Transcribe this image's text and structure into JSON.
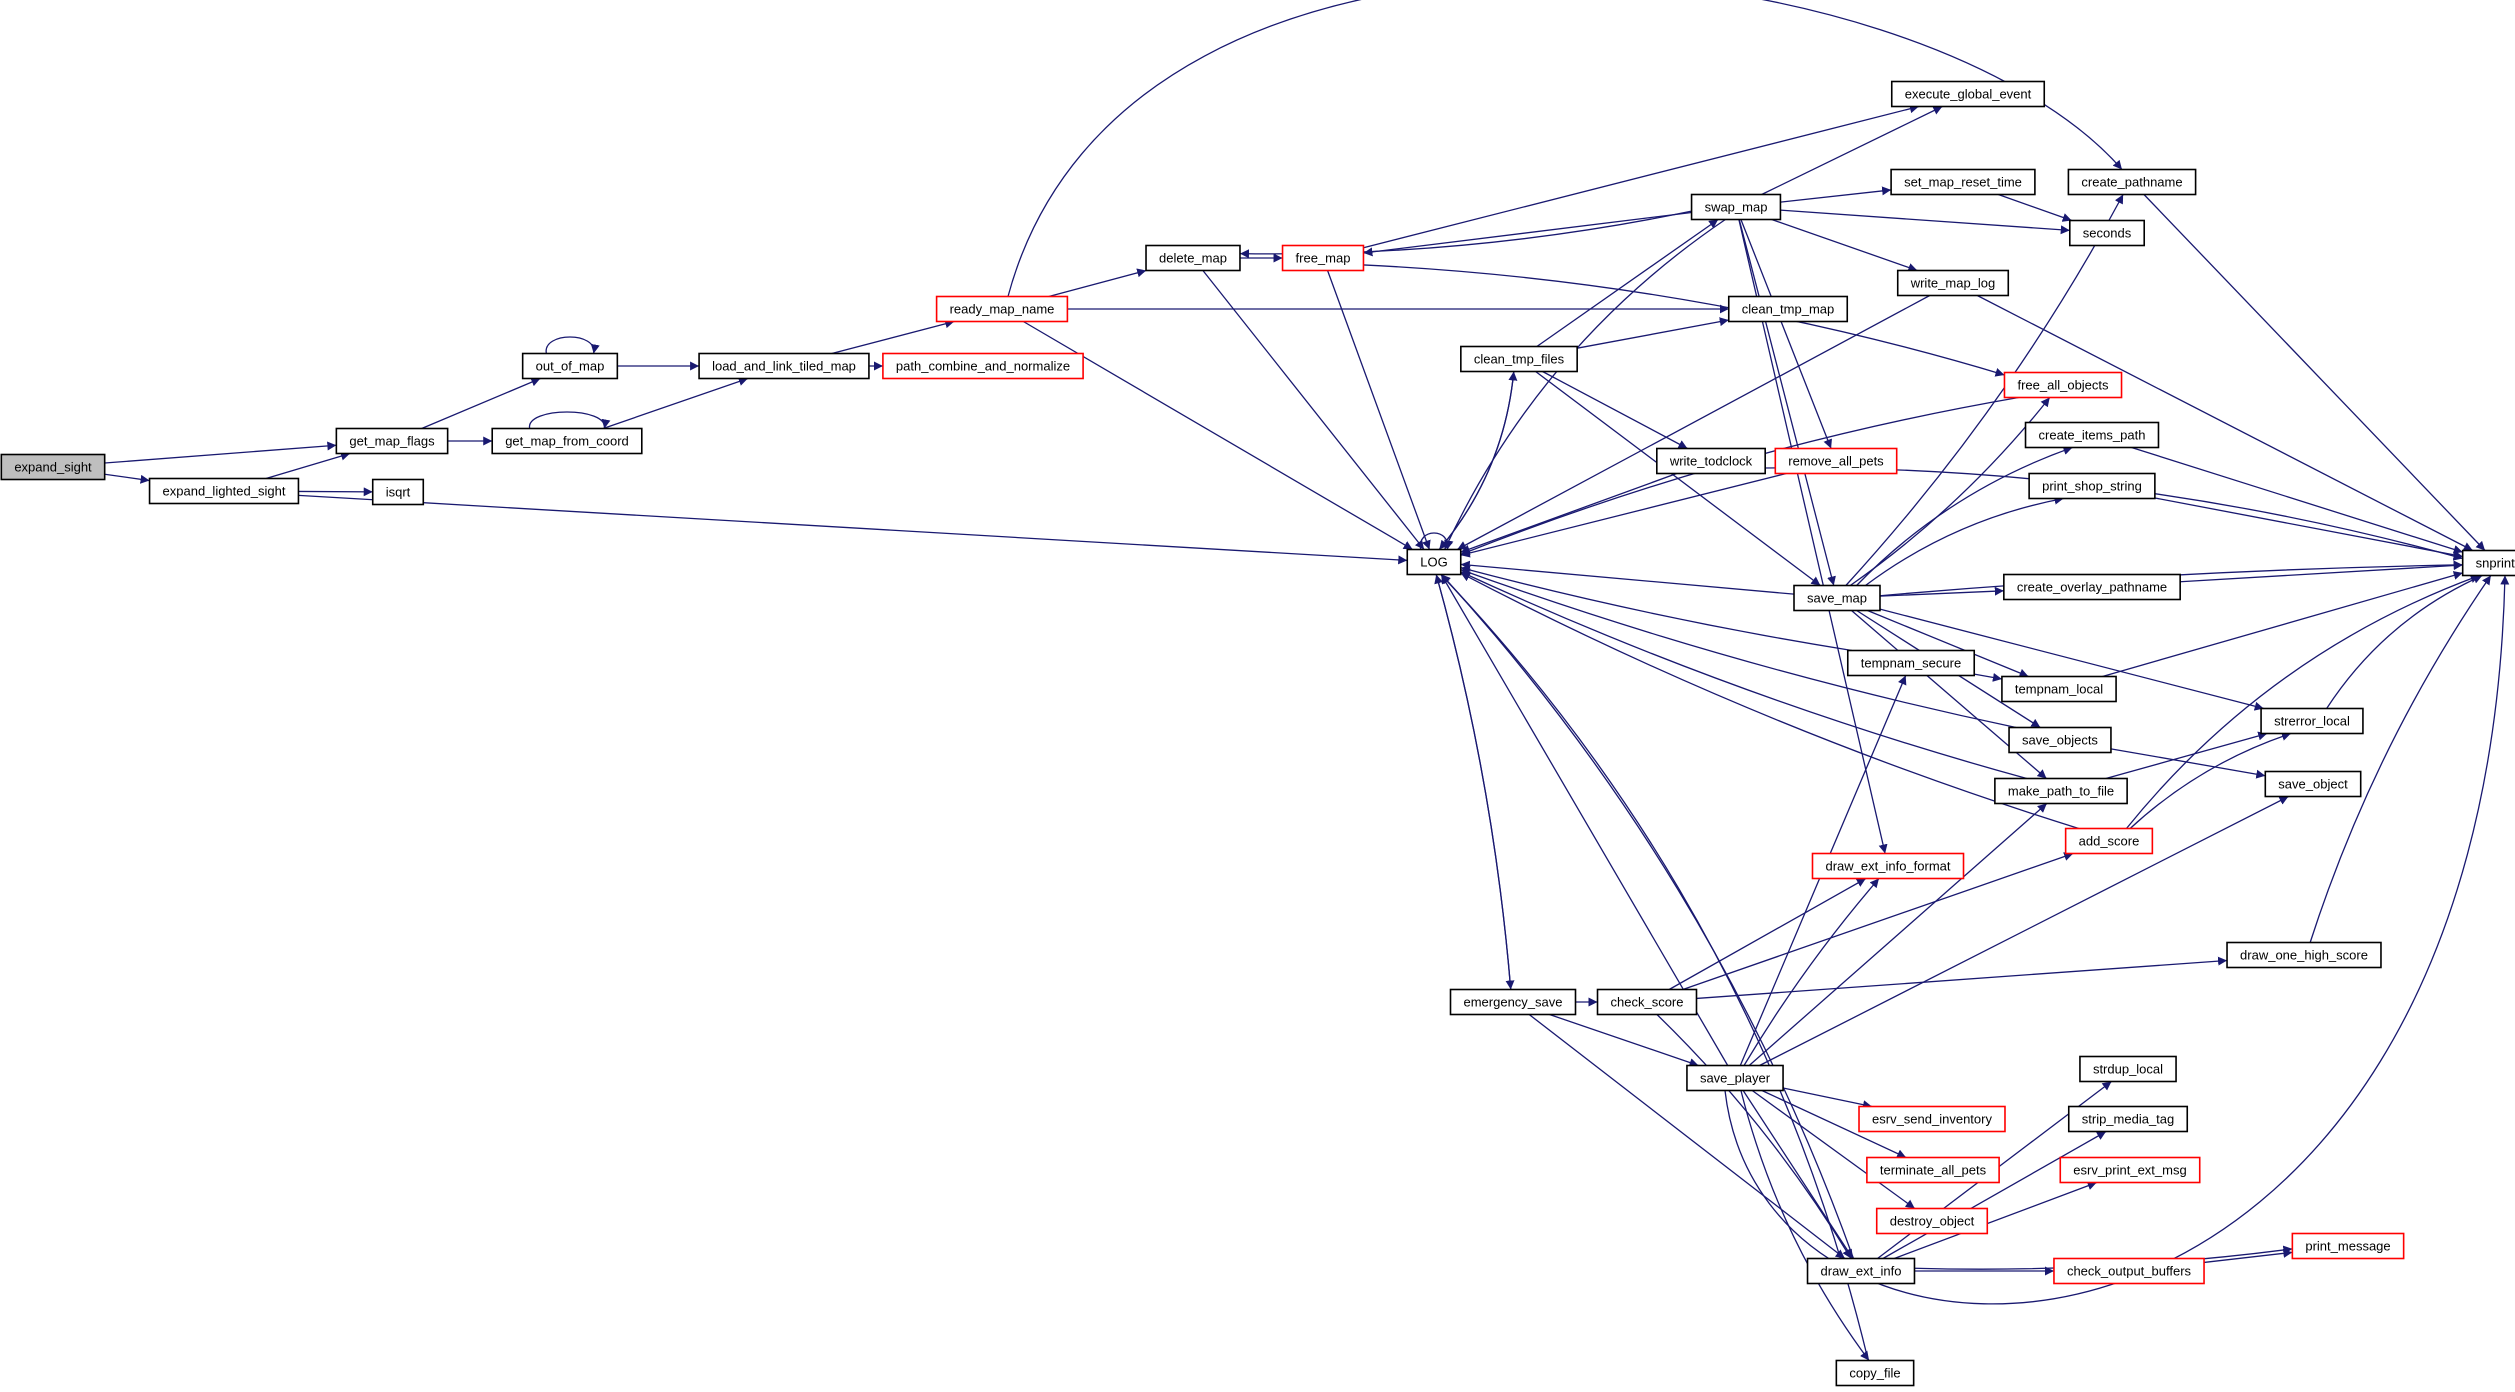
{
  "graph": {
    "type": "call-graph",
    "colors": {
      "edge": "#191970",
      "node_border": "#000000",
      "truncated_border": "#ff0000",
      "root_fill": "#bfbfbf",
      "node_fill": "#ffffff"
    },
    "nodes": [
      {
        "id": "expand_sight",
        "label": "expand_sight",
        "root": true
      },
      {
        "id": "get_map_flags",
        "label": "get_map_flags"
      },
      {
        "id": "expand_lighted_sight",
        "label": "expand_lighted_sight"
      },
      {
        "id": "isqrt",
        "label": "isqrt"
      },
      {
        "id": "out_of_map",
        "label": "out_of_map"
      },
      {
        "id": "get_map_from_coord",
        "label": "get_map_from_coord"
      },
      {
        "id": "load_and_link_tiled_map",
        "label": "load_and_link_tiled_map"
      },
      {
        "id": "ready_map_name",
        "label": "ready_map_name",
        "truncated": true
      },
      {
        "id": "path_combine_and_normalize",
        "label": "path_combine_and_normalize",
        "truncated": true
      },
      {
        "id": "delete_map",
        "label": "delete_map"
      },
      {
        "id": "free_map",
        "label": "free_map",
        "truncated": true
      },
      {
        "id": "LOG",
        "label": "LOG"
      },
      {
        "id": "swap_map",
        "label": "swap_map"
      },
      {
        "id": "execute_global_event",
        "label": "execute_global_event"
      },
      {
        "id": "set_map_reset_time",
        "label": "set_map_reset_time"
      },
      {
        "id": "create_pathname",
        "label": "create_pathname"
      },
      {
        "id": "seconds",
        "label": "seconds"
      },
      {
        "id": "write_map_log",
        "label": "write_map_log"
      },
      {
        "id": "clean_tmp_map",
        "label": "clean_tmp_map"
      },
      {
        "id": "clean_tmp_files",
        "label": "clean_tmp_files"
      },
      {
        "id": "free_all_objects",
        "label": "free_all_objects",
        "truncated": true
      },
      {
        "id": "write_todclock",
        "label": "write_todclock"
      },
      {
        "id": "remove_all_pets",
        "label": "remove_all_pets",
        "truncated": true
      },
      {
        "id": "create_items_path",
        "label": "create_items_path"
      },
      {
        "id": "print_shop_string",
        "label": "print_shop_string"
      },
      {
        "id": "snprintf",
        "label": "snprintf"
      },
      {
        "id": "save_map",
        "label": "save_map"
      },
      {
        "id": "create_overlay_pathname",
        "label": "create_overlay_pathname"
      },
      {
        "id": "tempnam_secure",
        "label": "tempnam_secure"
      },
      {
        "id": "tempnam_local",
        "label": "tempnam_local"
      },
      {
        "id": "strerror_local",
        "label": "strerror_local"
      },
      {
        "id": "save_objects",
        "label": "save_objects"
      },
      {
        "id": "save_object",
        "label": "save_object"
      },
      {
        "id": "make_path_to_file",
        "label": "make_path_to_file"
      },
      {
        "id": "add_score",
        "label": "add_score",
        "truncated": true
      },
      {
        "id": "draw_ext_info_format",
        "label": "draw_ext_info_format",
        "truncated": true
      },
      {
        "id": "draw_one_high_score",
        "label": "draw_one_high_score"
      },
      {
        "id": "emergency_save",
        "label": "emergency_save"
      },
      {
        "id": "check_score",
        "label": "check_score"
      },
      {
        "id": "save_player",
        "label": "save_player"
      },
      {
        "id": "strdup_local",
        "label": "strdup_local"
      },
      {
        "id": "esrv_send_inventory",
        "label": "esrv_send_inventory",
        "truncated": true
      },
      {
        "id": "strip_media_tag",
        "label": "strip_media_tag"
      },
      {
        "id": "terminate_all_pets",
        "label": "terminate_all_pets",
        "truncated": true
      },
      {
        "id": "esrv_print_ext_msg",
        "label": "esrv_print_ext_msg",
        "truncated": true
      },
      {
        "id": "destroy_object",
        "label": "destroy_object",
        "truncated": true
      },
      {
        "id": "print_message",
        "label": "print_message",
        "truncated": true
      },
      {
        "id": "draw_ext_info",
        "label": "draw_ext_info"
      },
      {
        "id": "check_output_buffers",
        "label": "check_output_buffers",
        "truncated": true
      },
      {
        "id": "copy_file",
        "label": "copy_file"
      }
    ],
    "edges": [
      [
        "expand_sight",
        "get_map_flags"
      ],
      [
        "expand_sight",
        "expand_lighted_sight"
      ],
      [
        "expand_lighted_sight",
        "get_map_flags"
      ],
      [
        "expand_lighted_sight",
        "isqrt"
      ],
      [
        "expand_lighted_sight",
        "LOG"
      ],
      [
        "get_map_flags",
        "out_of_map"
      ],
      [
        "get_map_flags",
        "get_map_from_coord"
      ],
      [
        "out_of_map",
        "out_of_map"
      ],
      [
        "out_of_map",
        "load_and_link_tiled_map"
      ],
      [
        "get_map_from_coord",
        "get_map_from_coord"
      ],
      [
        "get_map_from_coord",
        "load_and_link_tiled_map"
      ],
      [
        "load_and_link_tiled_map",
        "ready_map_name"
      ],
      [
        "load_and_link_tiled_map",
        "path_combine_and_normalize"
      ],
      [
        "ready_map_name",
        "delete_map"
      ],
      [
        "ready_map_name",
        "clean_tmp_map"
      ],
      [
        "ready_map_name",
        "LOG"
      ],
      [
        "ready_map_name",
        "create_pathname"
      ],
      [
        "delete_map",
        "free_map"
      ],
      [
        "delete_map",
        "LOG"
      ],
      [
        "free_map",
        "LOG"
      ],
      [
        "free_map",
        "execute_global_event"
      ],
      [
        "free_map",
        "free_all_objects"
      ],
      [
        "swap_map",
        "delete_map"
      ],
      [
        "swap_map",
        "free_map"
      ],
      [
        "swap_map",
        "execute_global_event"
      ],
      [
        "swap_map",
        "set_map_reset_time"
      ],
      [
        "swap_map",
        "seconds"
      ],
      [
        "swap_map",
        "write_map_log"
      ],
      [
        "swap_map",
        "remove_all_pets"
      ],
      [
        "swap_map",
        "save_map"
      ],
      [
        "swap_map",
        "draw_ext_info_format"
      ],
      [
        "swap_map",
        "LOG"
      ],
      [
        "set_map_reset_time",
        "seconds"
      ],
      [
        "create_pathname",
        "snprintf"
      ],
      [
        "write_map_log",
        "snprintf"
      ],
      [
        "write_map_log",
        "LOG"
      ],
      [
        "clean_tmp_files",
        "clean_tmp_map"
      ],
      [
        "clean_tmp_files",
        "swap_map"
      ],
      [
        "clean_tmp_files",
        "write_todclock"
      ],
      [
        "clean_tmp_files",
        "save_map"
      ],
      [
        "clean_tmp_files",
        "LOG"
      ],
      [
        "LOG",
        "LOG"
      ],
      [
        "LOG",
        "clean_tmp_files"
      ],
      [
        "LOG",
        "emergency_save"
      ],
      [
        "write_todclock",
        "LOG"
      ],
      [
        "write_todclock",
        "snprintf"
      ],
      [
        "remove_all_pets",
        "LOG"
      ],
      [
        "free_all_objects",
        "LOG"
      ],
      [
        "create_items_path",
        "snprintf"
      ],
      [
        "print_shop_string",
        "snprintf"
      ],
      [
        "save_map",
        "LOG"
      ],
      [
        "save_map",
        "create_pathname"
      ],
      [
        "save_map",
        "free_all_objects"
      ],
      [
        "save_map",
        "create_items_path"
      ],
      [
        "save_map",
        "print_shop_string"
      ],
      [
        "save_map",
        "snprintf"
      ],
      [
        "save_map",
        "create_overlay_pathname"
      ],
      [
        "save_map",
        "tempnam_local"
      ],
      [
        "save_map",
        "strerror_local"
      ],
      [
        "save_map",
        "save_objects"
      ],
      [
        "save_map",
        "make_path_to_file"
      ],
      [
        "create_overlay_pathname",
        "snprintf"
      ],
      [
        "tempnam_secure",
        "LOG"
      ],
      [
        "tempnam_secure",
        "tempnam_local"
      ],
      [
        "tempnam_local",
        "snprintf"
      ],
      [
        "strerror_local",
        "snprintf"
      ],
      [
        "save_objects",
        "LOG"
      ],
      [
        "save_objects",
        "save_object"
      ],
      [
        "make_path_to_file",
        "LOG"
      ],
      [
        "make_path_to_file",
        "strerror_local"
      ],
      [
        "add_score",
        "LOG"
      ],
      [
        "add_score",
        "strerror_local"
      ],
      [
        "add_score",
        "snprintf"
      ],
      [
        "draw_one_high_score",
        "snprintf"
      ],
      [
        "emergency_save",
        "check_score"
      ],
      [
        "emergency_save",
        "save_player"
      ],
      [
        "emergency_save",
        "draw_ext_info"
      ],
      [
        "emergency_save",
        "LOG"
      ],
      [
        "check_score",
        "draw_ext_info_format"
      ],
      [
        "check_score",
        "add_score"
      ],
      [
        "check_score",
        "draw_one_high_score"
      ],
      [
        "check_score",
        "draw_ext_info"
      ],
      [
        "save_player",
        "LOG"
      ],
      [
        "save_player",
        "tempnam_secure"
      ],
      [
        "save_player",
        "draw_ext_info_format"
      ],
      [
        "save_player",
        "make_path_to_file"
      ],
      [
        "save_player",
        "save_object"
      ],
      [
        "save_player",
        "esrv_send_inventory"
      ],
      [
        "save_player",
        "terminate_all_pets"
      ],
      [
        "save_player",
        "destroy_object"
      ],
      [
        "save_player",
        "draw_ext_info"
      ],
      [
        "save_player",
        "copy_file"
      ],
      [
        "save_player",
        "snprintf"
      ],
      [
        "draw_ext_info",
        "LOG"
      ],
      [
        "draw_ext_info",
        "strdup_local"
      ],
      [
        "draw_ext_info",
        "strip_media_tag"
      ],
      [
        "draw_ext_info",
        "esrv_print_ext_msg"
      ],
      [
        "draw_ext_info",
        "print_message"
      ],
      [
        "draw_ext_info",
        "check_output_buffers"
      ],
      [
        "check_output_buffers",
        "print_message"
      ],
      [
        "copy_file",
        "LOG"
      ]
    ]
  }
}
